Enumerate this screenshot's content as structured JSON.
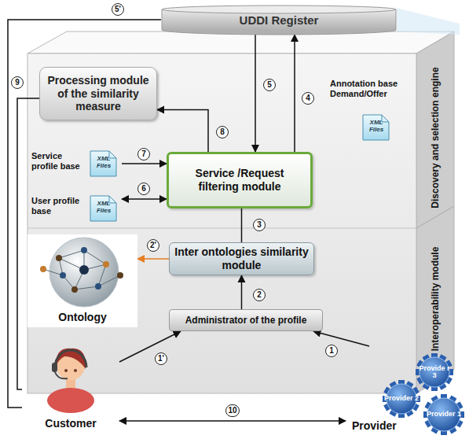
{
  "diagram": {
    "nodes": [
      {
        "text": [
          "UDDI Register"
        ]
      },
      {
        "text": [
          "Discovery and selection engine"
        ]
      },
      {
        "text": [
          "Interoperability module"
        ]
      },
      {
        "text": [
          "Processing module of the similarity measure"
        ],
        "in": 1
      },
      {
        "text": [
          "Service /Request filtering module"
        ],
        "in": 1
      },
      {
        "text": [
          "Service profile base",
          "XML Files"
        ],
        "in": 1
      },
      {
        "text": [
          "User profile base",
          "XML Files"
        ],
        "in": 1
      },
      {
        "text": [
          "Annotation base Demand/Offer",
          "XML Files"
        ],
        "in": 1
      },
      {
        "text": [
          "Inter ontologies similarity module"
        ],
        "in": 2
      },
      {
        "text": [
          "Administrator of the profile"
        ],
        "in": 2
      },
      {
        "text": [
          "Ontology"
        ]
      },
      {
        "text": [
          "Customer"
        ]
      },
      {
        "text": [
          "Provider"
        ]
      },
      {
        "text": [
          "Provide r 3"
        ],
        "in": 12
      },
      {
        "text": [
          "Provider 2"
        ],
        "in": 12
      },
      {
        "text": [
          "Provider 1"
        ],
        "in": 12
      }
    ],
    "edges": [
      {
        "from": 12,
        "to": 9,
        "arrow": "to",
        "label": "1"
      },
      {
        "from": 11,
        "to": 9,
        "arrow": "to",
        "label": "1'"
      },
      {
        "from": 9,
        "to": 8,
        "arrow": "to",
        "label": "2"
      },
      {
        "from": 8,
        "to": 10,
        "arrow": "to",
        "label": "2'"
      },
      {
        "from": 8,
        "to": 4,
        "arrow": "none",
        "label": "3"
      },
      {
        "from": 4,
        "to": 0,
        "arrow": "to",
        "label": "4"
      },
      {
        "from": 0,
        "to": 4,
        "arrow": "to",
        "label": "5"
      },
      {
        "from": 0,
        "to": 11,
        "arrow": "none",
        "label": "5'"
      },
      {
        "from": 6,
        "to": 4,
        "arrow": "both",
        "label": "6"
      },
      {
        "from": 5,
        "to": 4,
        "arrow": "to",
        "label": "7"
      },
      {
        "from": 4,
        "to": 3,
        "arrow": "to",
        "label": "8"
      },
      {
        "from": 3,
        "to": 11,
        "arrow": "none",
        "label": "9"
      },
      {
        "from": 11,
        "to": 12,
        "arrow": "both",
        "label": "10"
      }
    ]
  }
}
